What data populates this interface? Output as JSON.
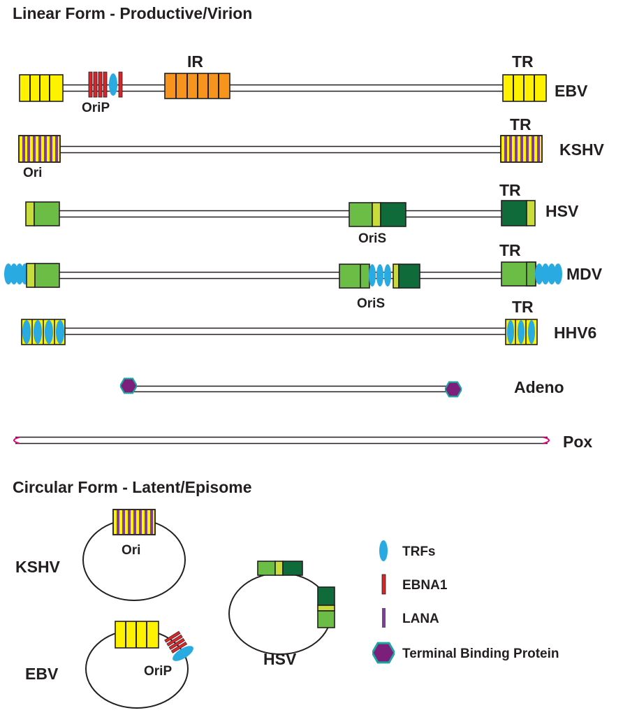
{
  "sections": {
    "linear": "Linear Form - Productive/Virion",
    "circular": "Circular Form - Latent/Episome"
  },
  "linear_genomes": {
    "ebv": {
      "name": "EBV",
      "ir_label": "IR",
      "tr_label": "TR",
      "origin_label": "OriP"
    },
    "kshv": {
      "name": "KSHV",
      "tr_label": "TR",
      "origin_label": "Ori"
    },
    "hsv": {
      "name": "HSV",
      "tr_label": "TR",
      "origin_label": "OriS"
    },
    "mdv": {
      "name": "MDV",
      "tr_label": "TR",
      "origin_label": "OriS"
    },
    "hhv6": {
      "name": "HHV6",
      "tr_label": "TR"
    },
    "adeno": {
      "name": "Adeno"
    },
    "pox": {
      "name": "Pox"
    }
  },
  "circular_genomes": {
    "kshv": {
      "name": "KSHV",
      "origin_label": "Ori"
    },
    "ebv": {
      "name": "EBV",
      "origin_label": "OriP"
    },
    "hsv": {
      "name": "HSV"
    }
  },
  "legend": [
    {
      "label": "TRFs",
      "icon": "trf-oval-icon",
      "color": "#29abe2"
    },
    {
      "label": "EBNA1",
      "icon": "ebna1-bar-icon",
      "color": "#d7262a"
    },
    {
      "label": "LANA",
      "icon": "lana-bar-icon",
      "color": "#7b3f98"
    },
    {
      "label": "Terminal Binding Protein",
      "icon": "terminal-binding-protein-hexagon-icon",
      "color": "#7b1f7a"
    }
  ],
  "colors": {
    "yellow": "#fff200",
    "orange": "#f7941d",
    "red": "#d7262a",
    "purple": "#7b3f98",
    "light_green": "#6cbd45",
    "lime": "#c8dc3c",
    "dark_green": "#0f6b3a",
    "cyan": "#29abe2",
    "magenta": "#e4007c",
    "tbp_fill": "#7b1f7a",
    "tbp_stroke": "#1fa5a0"
  }
}
